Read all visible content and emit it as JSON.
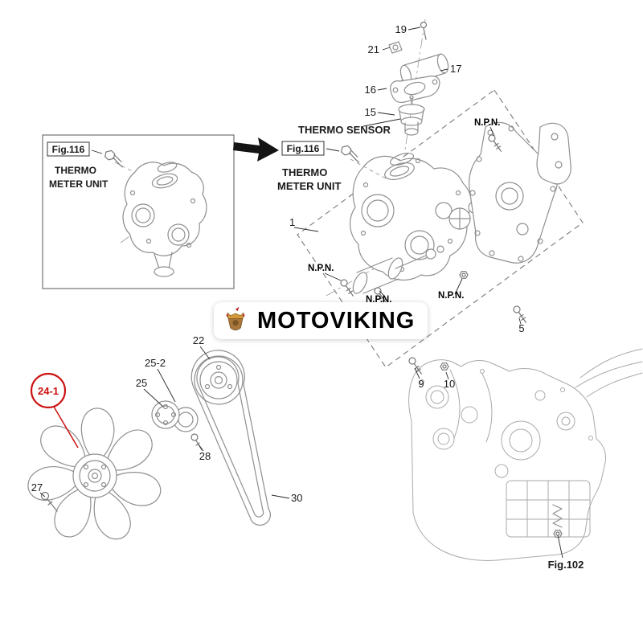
{
  "diagram": {
    "watermark": "MOTOVIKING",
    "thermo_sensor": "THERMO SENSOR",
    "fig116": "Fig.116",
    "thermo_line1": "THERMO",
    "thermo_line2": "METER UNIT",
    "fig102": "Fig.102",
    "npn": "N.P.N.",
    "parts": {
      "p1": "1",
      "p5": "5",
      "p9": "9",
      "p10": "10",
      "p15": "15",
      "p16": "16",
      "p17": "17",
      "p19": "19",
      "p21": "21",
      "p22": "22",
      "p24_1": "24-1",
      "p25": "25",
      "p25_2": "25-2",
      "p27": "27",
      "p28": "28",
      "p30": "30"
    },
    "colors": {
      "highlight": "#cc1111",
      "line": "#8f8f8f",
      "text": "#1a1a1a"
    }
  }
}
